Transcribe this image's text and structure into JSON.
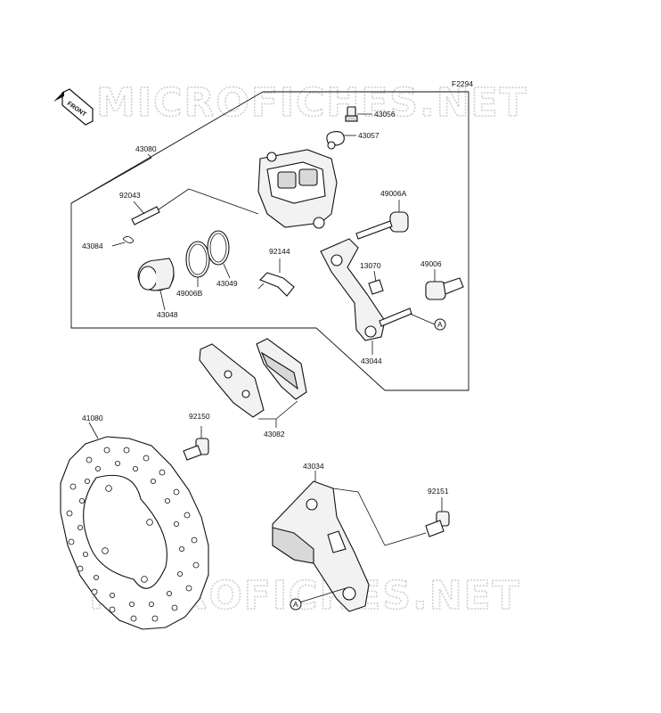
{
  "figure_code": "F2294",
  "watermark": "MICROFICHES.NET",
  "front_badge": "FRONT",
  "ref_marker": "A",
  "parts": {
    "p43056": "43056",
    "p43057": "43057",
    "p43080": "43080",
    "p92043": "92043",
    "p43084": "43084",
    "p49006A": "49006A",
    "p92144": "92144",
    "p13070": "13070",
    "p49006": "49006",
    "p43049": "43049",
    "p49006B": "49006B",
    "p43048": "43048",
    "p43044": "43044",
    "p43082": "43082",
    "p41080": "41080",
    "p92150": "92150",
    "p43034": "43034",
    "p92151": "92151"
  }
}
